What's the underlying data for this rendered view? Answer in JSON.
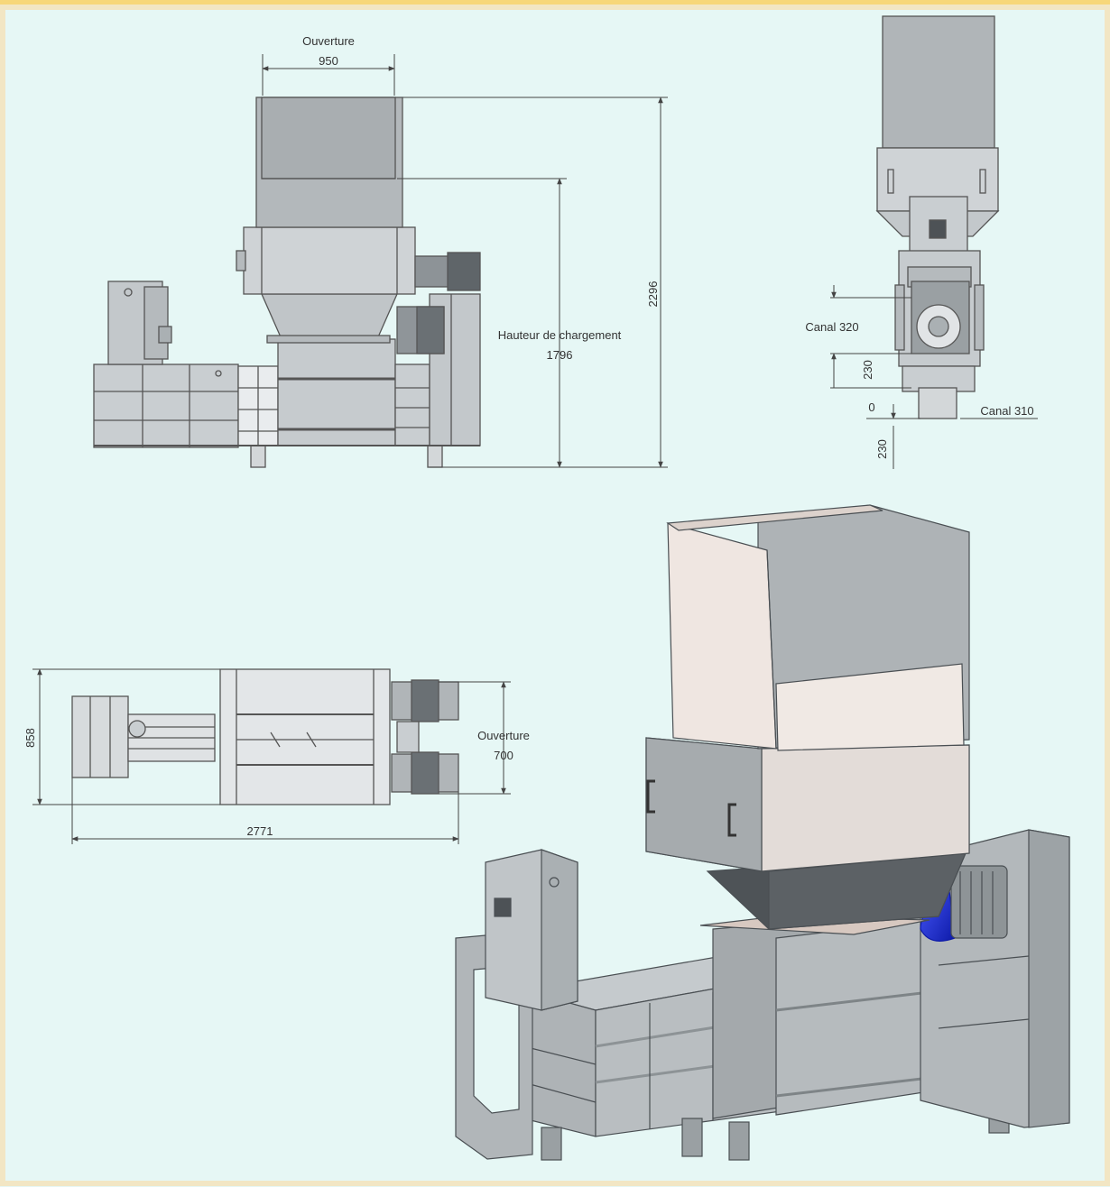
{
  "colors": {
    "background": "#e6f7f5",
    "top_band": "#f7d77a",
    "border": "#f2e6c4",
    "steel": "#b9bfc3",
    "steel_dark": "#8a9094",
    "steel_darker": "#5a6064",
    "hopper_panel": "#f2ebe6",
    "hopper_dark": "#4e5357",
    "motor_blue": "#1f2fd6",
    "line": "#444444"
  },
  "side_view": {
    "opening_label": "Ouverture",
    "opening_value": "950",
    "loading_height_label": "Hauteur de chargement",
    "loading_height_value": "1796",
    "total_height_value": "2296"
  },
  "end_view": {
    "channel_top_label": "Canal 320",
    "channel_bottom_label": "Canal 310",
    "dim_upper": "230",
    "dim_zero": "0",
    "dim_lower": "230"
  },
  "top_view": {
    "width_value": "858",
    "length_value": "2771",
    "opening_label": "Ouverture",
    "opening_value": "700"
  },
  "isometric_view": {
    "motor_color_name": "blue-motor-cover"
  }
}
